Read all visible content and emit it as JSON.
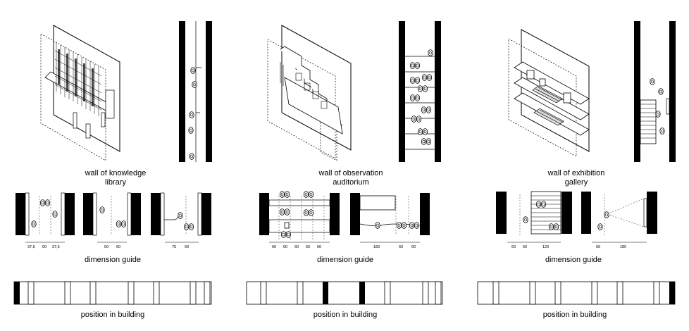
{
  "columns": [
    {
      "title_line1": "wall of knowledge",
      "title_line2": "library",
      "guide_label": "dimension guide",
      "guide_dims_a": [
        "37,5",
        "60",
        "37,5"
      ],
      "guide_dims_b": [
        "60",
        "60"
      ],
      "guide_dims_c": [
        "75",
        "60"
      ],
      "position_label": "position in building"
    },
    {
      "title_line1": "wall of observation",
      "title_line2": "auditorium",
      "guide_label": "dimension guide",
      "guide_dims_a": [
        "60",
        "60",
        "60",
        "60",
        "60"
      ],
      "guide_dims_b": [
        "180",
        "60",
        "60"
      ],
      "position_label": "position in building"
    },
    {
      "title_line1": "wall of exhibition",
      "title_line2": "gallery",
      "guide_label": "dimension guide",
      "guide_dims_a": [
        "60",
        "60",
        "120"
      ],
      "guide_dims_b": [
        "60",
        "180"
      ],
      "position_label": "position in building"
    }
  ],
  "colors": {
    "ink": "#000000",
    "paper": "#ffffff",
    "dashed": "#555555"
  }
}
